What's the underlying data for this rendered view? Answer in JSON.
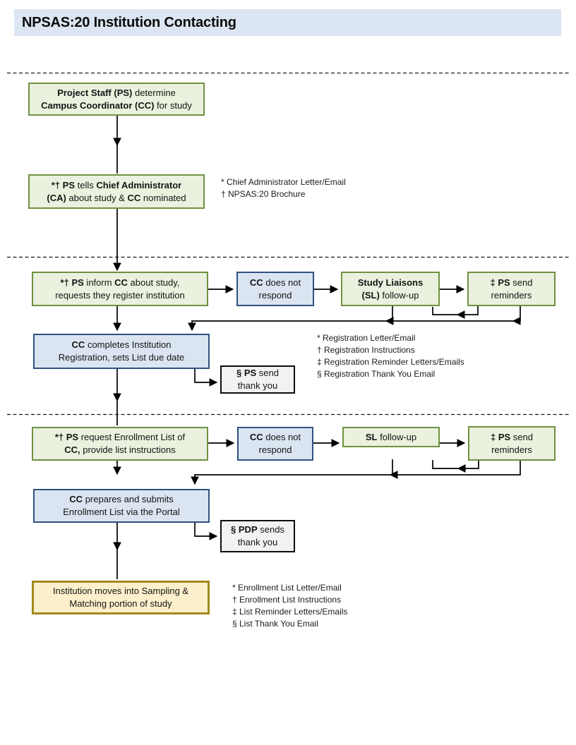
{
  "title": "NPSAS:20 Institution Contacting",
  "colors": {
    "title_bar_bg": "#dce6f2",
    "green_fill": "#eaf1de",
    "green_border": "#70913f",
    "blue_fill": "#dbe5f1",
    "blue_border": "#2e527e",
    "gray_fill": "#f2f2f2",
    "gray_border": "#0d0d0d",
    "yellow_fill": "#fcf0cc",
    "yellow_border": "#a28a1d",
    "line": "#000000"
  },
  "boxes": {
    "ps_determine": {
      "segments": [
        {
          "t": "Project Staff (PS)",
          "b": 1
        },
        {
          "t": " determine",
          "b": 0
        },
        {
          "br": true
        },
        {
          "t": "Campus Coordinator (CC)",
          "b": 1
        },
        {
          "t": " for study",
          "b": 0
        }
      ]
    },
    "ps_tells_ca": {
      "segments": [
        {
          "t": "*† ",
          "b": 1
        },
        {
          "t": "PS",
          "b": 1
        },
        {
          "t": " tells ",
          "b": 0
        },
        {
          "t": "Chief Administrator",
          "b": 1
        },
        {
          "br": true
        },
        {
          "t": "(CA)",
          "b": 1
        },
        {
          "t": " about study & ",
          "b": 0
        },
        {
          "t": "CC",
          "b": 1
        },
        {
          "t": " nominated",
          "b": 0
        }
      ]
    },
    "ps_inform": {
      "segments": [
        {
          "t": "*†",
          "b": 1
        },
        {
          "t": "  ",
          "b": 0
        },
        {
          "t": "PS",
          "b": 1
        },
        {
          "t": " inform ",
          "b": 0
        },
        {
          "t": "CC",
          "b": 1
        },
        {
          "t": " about study,",
          "b": 0
        },
        {
          "br": true
        },
        {
          "t": "requests they register institution",
          "b": 0
        }
      ]
    },
    "cc_no_respond_1": {
      "segments": [
        {
          "t": "CC",
          "b": 1
        },
        {
          "t": " does not",
          "b": 0
        },
        {
          "br": true
        },
        {
          "t": "respond",
          "b": 0
        }
      ]
    },
    "study_liaisons": {
      "segments": [
        {
          "t": "Study Liaisons",
          "b": 1
        },
        {
          "br": true
        },
        {
          "t": "(SL)",
          "b": 1
        },
        {
          "t": " follow-up",
          "b": 0
        }
      ]
    },
    "ps_reminders_1": {
      "segments": [
        {
          "t": "‡",
          "b": 1
        },
        {
          "t": "   ",
          "b": 0
        },
        {
          "t": "PS",
          "b": 1
        },
        {
          "t": " send",
          "b": 0
        },
        {
          "br": true
        },
        {
          "t": "reminders",
          "b": 0
        }
      ]
    },
    "cc_completes": {
      "segments": [
        {
          "t": "CC",
          "b": 1
        },
        {
          "t": " completes Institution",
          "b": 0
        },
        {
          "br": true
        },
        {
          "t": "Registration, sets List due date",
          "b": 0
        }
      ]
    },
    "ps_thank_you": {
      "segments": [
        {
          "t": "§",
          "b": 1
        },
        {
          "t": "  ",
          "b": 0
        },
        {
          "t": "PS",
          "b": 1
        },
        {
          "t": " send",
          "b": 0
        },
        {
          "br": true
        },
        {
          "t": "thank you",
          "b": 0
        }
      ]
    },
    "ps_request": {
      "segments": [
        {
          "t": "*† ",
          "b": 1
        },
        {
          "t": "PS",
          "b": 1
        },
        {
          "t": " request Enrollment List of",
          "b": 0
        },
        {
          "br": true
        },
        {
          "t": "CC,",
          "b": 1
        },
        {
          "t": " provide list instructions",
          "b": 0
        }
      ]
    },
    "cc_no_respond_2": {
      "segments": [
        {
          "t": "CC",
          "b": 1
        },
        {
          "t": " does not",
          "b": 0
        },
        {
          "br": true
        },
        {
          "t": "respond",
          "b": 0
        }
      ]
    },
    "sl_follow_up": {
      "segments": [
        {
          "t": "SL",
          "b": 1
        },
        {
          "t": " follow-up",
          "b": 0
        }
      ]
    },
    "ps_reminders_2": {
      "segments": [
        {
          "t": "‡",
          "b": 1
        },
        {
          "t": "   ",
          "b": 0
        },
        {
          "t": "PS",
          "b": 1
        },
        {
          "t": " send",
          "b": 0
        },
        {
          "br": true
        },
        {
          "t": "reminders",
          "b": 0
        }
      ]
    },
    "cc_prepares": {
      "segments": [
        {
          "t": "CC",
          "b": 1
        },
        {
          "t": " prepares and submits",
          "b": 0
        },
        {
          "br": true
        },
        {
          "t": "Enrollment List via the Portal",
          "b": 0
        }
      ]
    },
    "pdp_thank_you": {
      "segments": [
        {
          "t": "§ ",
          "b": 1
        },
        {
          "t": "PDP",
          "b": 1
        },
        {
          "t": " sends",
          "b": 0
        },
        {
          "br": true
        },
        {
          "t": "thank you",
          "b": 0
        }
      ]
    },
    "sampling": {
      "segments": [
        {
          "t": "Institution moves into Sampling &",
          "b": 0
        },
        {
          "br": true
        },
        {
          "t": "Matching portion of study",
          "b": 0
        }
      ]
    }
  },
  "footnotes": {
    "section1": {
      "lines": [
        "* Chief Administrator Letter/Email",
        "† NPSAS:20 Brochure"
      ]
    },
    "section2": {
      "lines": [
        "* Registration Letter/Email",
        "† Registration Instructions",
        "‡ Registration Reminder Letters/Emails",
        "§ Registration Thank You Email"
      ]
    },
    "section3": {
      "lines": [
        "* Enrollment List Letter/Email",
        "† Enrollment List Instructions",
        "‡ List Reminder Letters/Emails",
        "§ List Thank You Email"
      ]
    }
  }
}
